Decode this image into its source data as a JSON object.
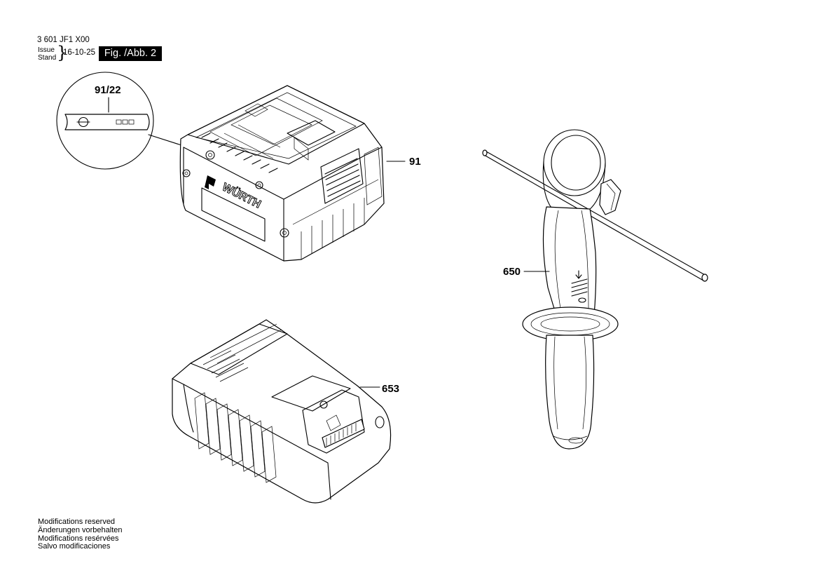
{
  "header": {
    "doc_number": "3 601 JF1 X00",
    "issue_label_1": "Issue",
    "issue_label_2": "Stand",
    "issue_date": "16-10-25",
    "figure_label": "Fig. /Abb. 2"
  },
  "callouts": {
    "detail_label": "91/22",
    "battery": "91",
    "handle": "650",
    "charger": "653"
  },
  "battery_brand": "WÜRTH",
  "footer": {
    "lines": [
      "Modifications reserved",
      "Änderungen vorbehalten",
      "Modifications resérvées",
      "Salvo modificaciones"
    ]
  }
}
